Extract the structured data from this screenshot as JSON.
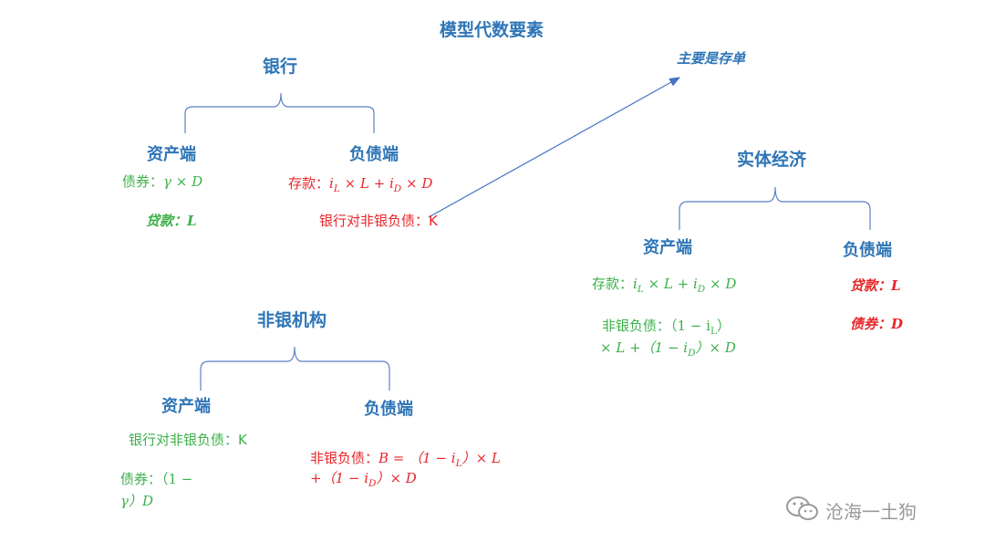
{
  "title": "模型代数要素",
  "note": "主要是存单",
  "bank": {
    "heading": "银行",
    "asset_label": "资产端",
    "liability_label": "负债端",
    "asset_bonds_label": "债券：",
    "asset_bonds_formula": "γ × D",
    "asset_loans": "贷款：L",
    "liab_deposit_label": "存款：",
    "liab_deposit_formula": "i_L × L + i_D × D",
    "liab_nonbank": "银行对非银负债：K"
  },
  "nonbank": {
    "heading": "非银机构",
    "asset_label": "资产端",
    "liability_label": "负债端",
    "asset_nonbank": "银行对非银负债：K",
    "asset_bonds_line1": "债券：（1 −",
    "asset_bonds_line2": "γ）D",
    "liab_line1_label": "非银负债：",
    "liab_line1_formula": "B = （1 − i_L）× L",
    "liab_line2": "+（1 − i_D）× D"
  },
  "real_economy": {
    "heading": "实体经济",
    "asset_label": "资产端",
    "liability_label": "负债端",
    "asset_deposit_label": "存款：",
    "asset_deposit_formula": "i_L × L + i_D × D",
    "asset_nonbank_line1": "非银负债：（1 − i_L）",
    "asset_nonbank_line2": "× L +（1 − i_D）× D",
    "liab_loans": "贷款：L",
    "liab_bonds": "债券：D"
  },
  "watermark": "沧海一土狗",
  "colors": {
    "heading": "#2e75b6",
    "asset_text": "#3cb04a",
    "liability_text": "#e8262a",
    "bracket": "#5b7fc7"
  }
}
